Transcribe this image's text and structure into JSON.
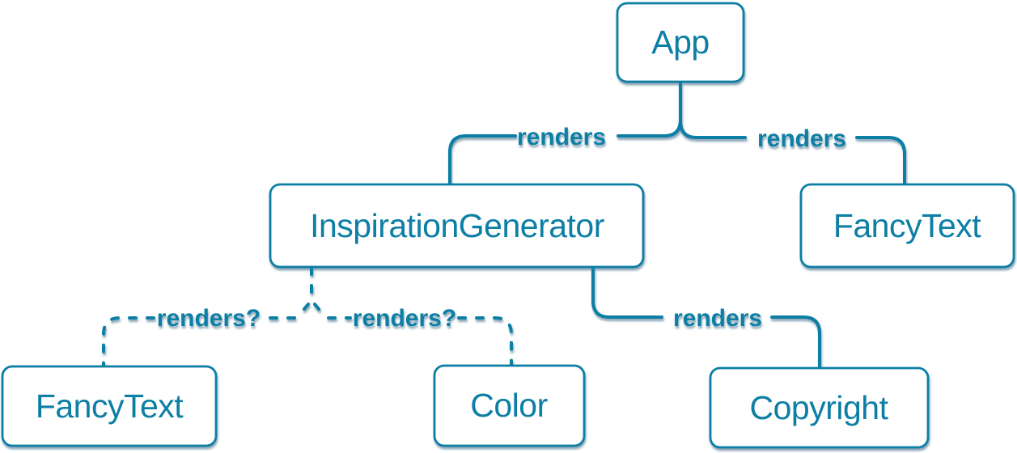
{
  "colors": {
    "background": "#ffffff",
    "line": "#087ea4",
    "node_border": "#087ea4",
    "node_fill": "#ffffff",
    "node_text": "#087ea4",
    "label_text": "#087ea4",
    "shadow": "#0c4a6e"
  },
  "diagram": {
    "type": "tree",
    "nodes": [
      {
        "id": "app",
        "label": "App"
      },
      {
        "id": "inspiration-generator",
        "label": "InspirationGenerator"
      },
      {
        "id": "fancy-text-top",
        "label": "FancyText"
      },
      {
        "id": "fancy-text-bottom",
        "label": "FancyText"
      },
      {
        "id": "color",
        "label": "Color"
      },
      {
        "id": "copyright",
        "label": "Copyright"
      }
    ],
    "edges": [
      {
        "from": "App",
        "to": "InspirationGenerator",
        "label": "renders",
        "style": "solid"
      },
      {
        "from": "App",
        "to": "FancyText",
        "label": "renders",
        "style": "solid"
      },
      {
        "from": "InspirationGenerator",
        "to": "FancyText",
        "label": "renders?",
        "style": "dashed"
      },
      {
        "from": "InspirationGenerator",
        "to": "Color",
        "label": "renders?",
        "style": "dashed"
      },
      {
        "from": "InspirationGenerator",
        "to": "Copyright",
        "label": "renders",
        "style": "solid"
      }
    ]
  }
}
